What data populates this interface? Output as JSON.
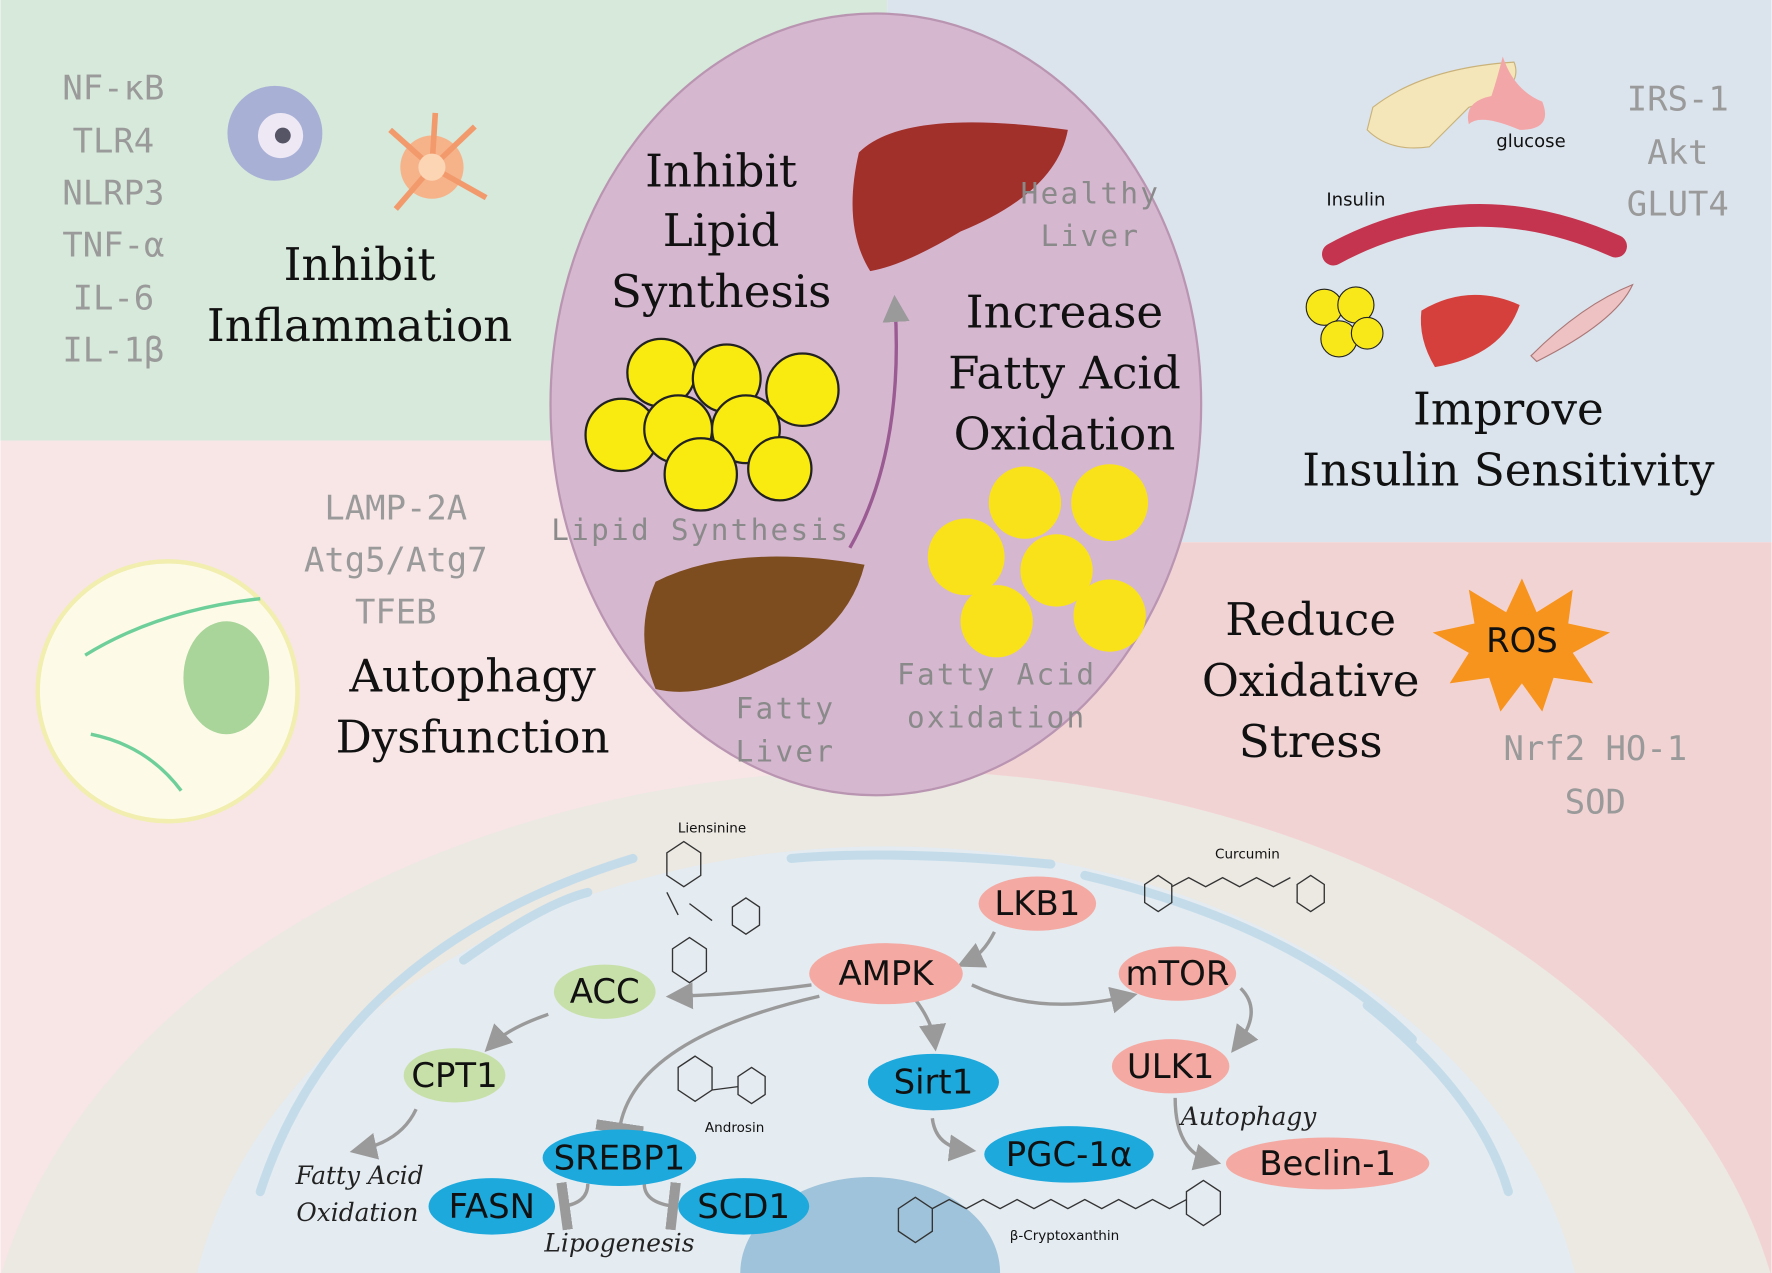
{
  "panels": {
    "inflammation": {
      "title_lines": [
        "Inhibit",
        "Inflammation"
      ],
      "markers": [
        "NF-κB",
        "TLR4",
        "NLRP3",
        "TNF-α",
        "IL-6",
        "IL-1β"
      ]
    },
    "insulin": {
      "title_lines": [
        "Improve",
        "Insulin Sensitivity"
      ],
      "markers": [
        "IRS-1",
        "Akt",
        "GLUT4"
      ],
      "insulin_label": "Insulin",
      "glucose_label": "glucose"
    },
    "autophagy": {
      "title_lines": [
        "Autophagy",
        "Dysfunction"
      ],
      "markers": [
        "LAMP-2A",
        "Atg5/Atg7",
        "TFEB"
      ]
    },
    "oxidative": {
      "title_lines": [
        "Reduce",
        "Oxidative",
        "Stress"
      ],
      "markers_line1": "Nrf2 HO-1",
      "markers_line2": "SOD",
      "ros_label": "ROS"
    },
    "center": {
      "lipid_title": [
        "Inhibit",
        "Lipid",
        "Synthesis"
      ],
      "fao_title": [
        "Increase",
        "Fatty Acid",
        "Oxidation"
      ],
      "healthy_liver": [
        "Healthy",
        "Liver"
      ],
      "fatty_liver": [
        "Fatty",
        "Liver"
      ],
      "lipid_synthesis_label": "Lipid Synthesis",
      "fao_label": [
        "Fatty Acid",
        "oxidation"
      ]
    }
  },
  "pathway": {
    "nodes": {
      "lkb1": "LKB1",
      "ampk": "AMPK",
      "mtor": "mTOR",
      "acc": "ACC",
      "cpt1": "CPT1",
      "ulk1": "ULK1",
      "sirt1": "Sirt1",
      "pgc1a": "PGC-1α",
      "srebp1": "SREBP1",
      "fasn": "FASN",
      "scd1": "SCD1",
      "beclin1": "Beclin-1"
    },
    "annotations": {
      "fao": [
        "Fatty Acid",
        "Oxidation"
      ],
      "lipogenesis": "Lipogenesis",
      "autophagy": "Autophagy"
    },
    "compounds": {
      "liensinine": "Liensinine",
      "curcumin": "Curcumin",
      "androsin": "Androsin",
      "cryptoxanthin": "β-Cryptoxanthin"
    }
  },
  "colors": {
    "pink_node": "#f4aaa3",
    "green_node": "#c7e0a9",
    "blue_node": "#1ea9dd",
    "center_circle": "#d6b7d0"
  }
}
